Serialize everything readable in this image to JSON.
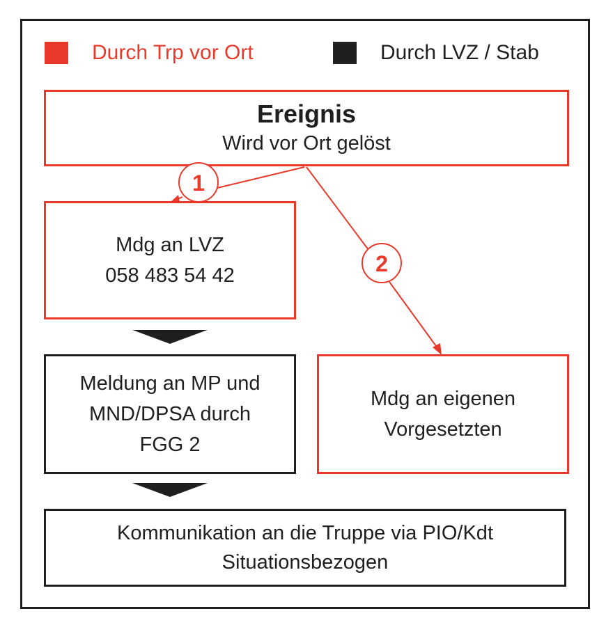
{
  "colors": {
    "red": "#e8392b",
    "black": "#1f1f1f"
  },
  "legend": [
    {
      "label": "Durch Trp vor Ort",
      "color": "#e8392b"
    },
    {
      "label": "Durch LVZ / Stab",
      "color": "#1f1f1f"
    }
  ],
  "event": {
    "title": "Ereignis",
    "subtitle": "Wird vor Ort gelöst"
  },
  "step1": {
    "number": "1",
    "lines": [
      "Mdg an LVZ",
      "058 483 54 42"
    ]
  },
  "step2": {
    "number": "2",
    "lines": [
      "Mdg an eigenen",
      "Vorgesetzten"
    ]
  },
  "report": {
    "lines": [
      "Meldung an MP und",
      "MND/DPSA durch",
      "FGG 2"
    ]
  },
  "communication": {
    "lines": [
      "Kommunikation an die Truppe via PIO/Kdt",
      "Situationsbezogen"
    ]
  }
}
